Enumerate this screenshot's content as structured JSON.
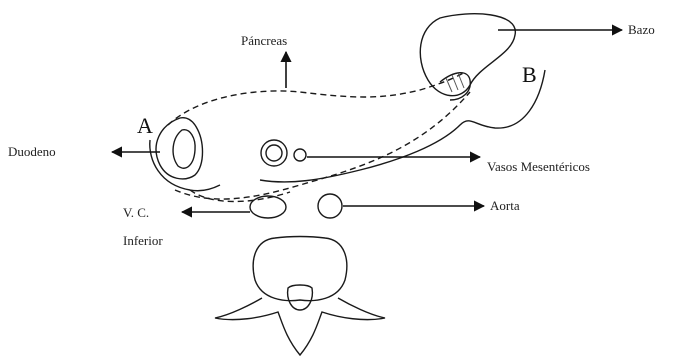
{
  "labels": {
    "pancreas": "Páncreas",
    "bazo": "Bazo",
    "b": "B",
    "a": "A",
    "duodeno": "Duodeno",
    "vasos": "Vasos Mesentéricos",
    "aorta": "Aorta",
    "vc_line1": "V. C.",
    "vc_line2": "Inferior"
  }
}
